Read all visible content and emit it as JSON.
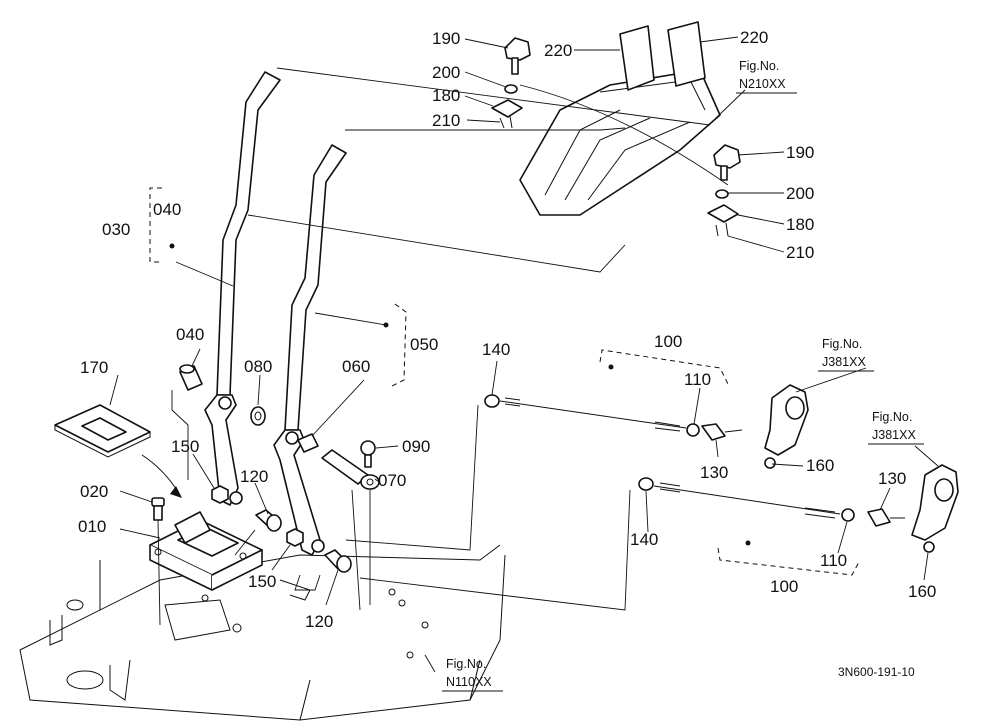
{
  "diagram": {
    "parts": {
      "p010": "010",
      "p020": "020",
      "p030": "030",
      "p040_a": "040",
      "p040_b": "040",
      "p050": "050",
      "p060": "060",
      "p070": "070",
      "p080": "080",
      "p090": "090",
      "p100_a": "100",
      "p100_b": "100",
      "p110_a": "110",
      "p110_b": "110",
      "p120_a": "120",
      "p120_b": "120",
      "p130_a": "130",
      "p130_b": "130",
      "p140_a": "140",
      "p140_b": "140",
      "p150_a": "150",
      "p150_b": "150",
      "p160_a": "160",
      "p160_b": "160",
      "p170": "170",
      "p180_a": "180",
      "p180_b": "180",
      "p190_a": "190",
      "p190_b": "190",
      "p200_a": "200",
      "p200_b": "200",
      "p210_a": "210",
      "p210_b": "210",
      "p220_a": "220",
      "p220_b": "220"
    },
    "fig_refs": {
      "n210": {
        "label": "Fig.No.",
        "code": "N210XX"
      },
      "j381_a": {
        "label": "Fig.No.",
        "code": "J381XX"
      },
      "j381_b": {
        "label": "Fig.No.",
        "code": "J381XX"
      },
      "n110": {
        "label": "Fig.No.",
        "code": "N110XX"
      }
    },
    "drawing_code": "3N600-191-10"
  }
}
